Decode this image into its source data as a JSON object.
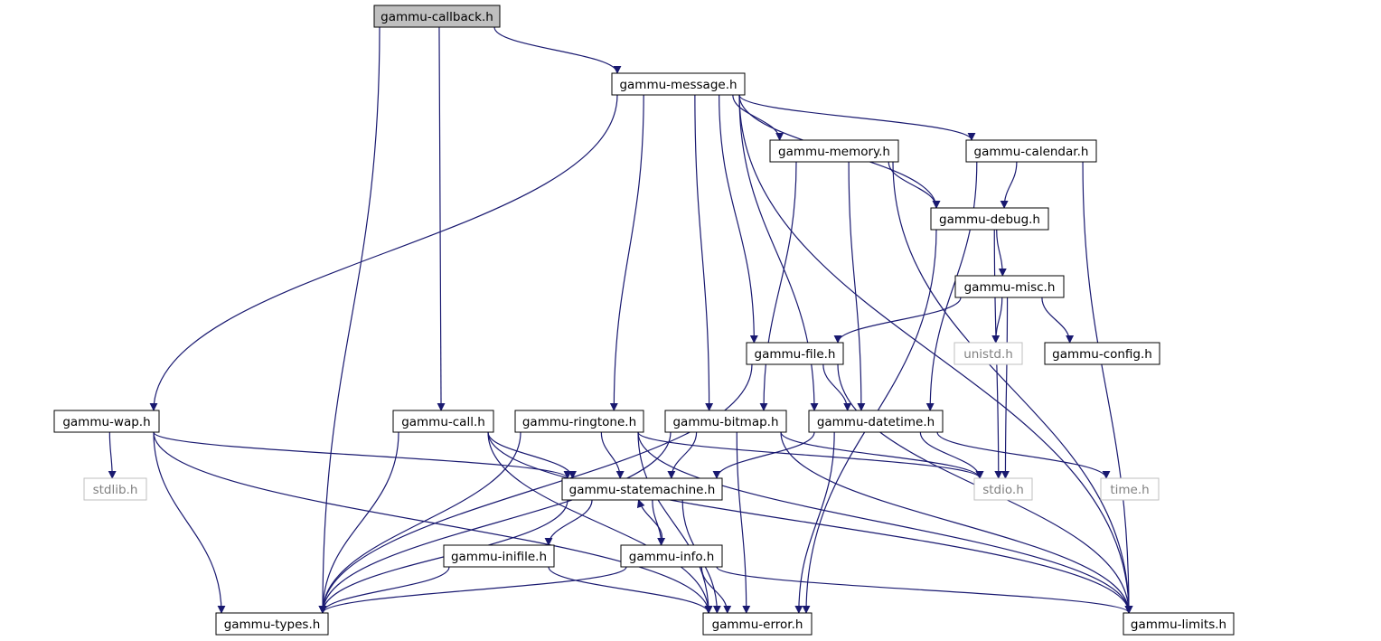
{
  "colors": {
    "edge": "#191970",
    "node_border": "#000000",
    "external_border": "#bfbfbf",
    "external_text": "#808080",
    "highlight_fill": "#bfbfbf",
    "background": "#ffffff"
  },
  "nodes": {
    "gammu_callback_h": {
      "label": "gammu-callback.h",
      "kind": "highlight"
    },
    "gammu_message_h": {
      "label": "gammu-message.h",
      "kind": "normal"
    },
    "gammu_memory_h": {
      "label": "gammu-memory.h",
      "kind": "normal"
    },
    "gammu_calendar_h": {
      "label": "gammu-calendar.h",
      "kind": "normal"
    },
    "gammu_debug_h": {
      "label": "gammu-debug.h",
      "kind": "normal"
    },
    "gammu_misc_h": {
      "label": "gammu-misc.h",
      "kind": "normal"
    },
    "unistd_h": {
      "label": "unistd.h",
      "kind": "external"
    },
    "gammu_config_h": {
      "label": "gammu-config.h",
      "kind": "normal"
    },
    "gammu_file_h": {
      "label": "gammu-file.h",
      "kind": "normal"
    },
    "gammu_wap_h": {
      "label": "gammu-wap.h",
      "kind": "normal"
    },
    "gammu_call_h": {
      "label": "gammu-call.h",
      "kind": "normal"
    },
    "gammu_ringtone_h": {
      "label": "gammu-ringtone.h",
      "kind": "normal"
    },
    "gammu_bitmap_h": {
      "label": "gammu-bitmap.h",
      "kind": "normal"
    },
    "gammu_datetime_h": {
      "label": "gammu-datetime.h",
      "kind": "normal"
    },
    "stdlib_h": {
      "label": "stdlib.h",
      "kind": "external"
    },
    "gammu_statemachine_h": {
      "label": "gammu-statemachine.h",
      "kind": "normal"
    },
    "stdio_h": {
      "label": "stdio.h",
      "kind": "external"
    },
    "time_h": {
      "label": "time.h",
      "kind": "external"
    },
    "gammu_inifile_h": {
      "label": "gammu-inifile.h",
      "kind": "normal"
    },
    "gammu_info_h": {
      "label": "gammu-info.h",
      "kind": "normal"
    },
    "gammu_types_h": {
      "label": "gammu-types.h",
      "kind": "normal"
    },
    "gammu_error_h": {
      "label": "gammu-error.h",
      "kind": "normal"
    },
    "gammu_limits_h": {
      "label": "gammu-limits.h",
      "kind": "normal"
    }
  },
  "edges": [
    [
      "gammu_callback_h",
      "gammu_message_h"
    ],
    [
      "gammu_callback_h",
      "gammu_call_h"
    ],
    [
      "gammu_callback_h",
      "gammu_types_h"
    ],
    [
      "gammu_message_h",
      "gammu_memory_h"
    ],
    [
      "gammu_message_h",
      "gammu_calendar_h"
    ],
    [
      "gammu_message_h",
      "gammu_debug_h"
    ],
    [
      "gammu_message_h",
      "gammu_file_h"
    ],
    [
      "gammu_message_h",
      "gammu_wap_h"
    ],
    [
      "gammu_message_h",
      "gammu_ringtone_h"
    ],
    [
      "gammu_message_h",
      "gammu_bitmap_h"
    ],
    [
      "gammu_message_h",
      "gammu_datetime_h"
    ],
    [
      "gammu_message_h",
      "gammu_limits_h"
    ],
    [
      "gammu_memory_h",
      "gammu_debug_h"
    ],
    [
      "gammu_memory_h",
      "gammu_bitmap_h"
    ],
    [
      "gammu_memory_h",
      "gammu_datetime_h"
    ],
    [
      "gammu_memory_h",
      "gammu_limits_h"
    ],
    [
      "gammu_calendar_h",
      "gammu_debug_h"
    ],
    [
      "gammu_calendar_h",
      "gammu_datetime_h"
    ],
    [
      "gammu_calendar_h",
      "gammu_limits_h"
    ],
    [
      "gammu_debug_h",
      "gammu_misc_h"
    ],
    [
      "gammu_debug_h",
      "stdio_h"
    ],
    [
      "gammu_debug_h",
      "gammu_error_h"
    ],
    [
      "gammu_misc_h",
      "unistd_h"
    ],
    [
      "gammu_misc_h",
      "gammu_config_h"
    ],
    [
      "gammu_misc_h",
      "gammu_file_h"
    ],
    [
      "gammu_misc_h",
      "stdio_h"
    ],
    [
      "gammu_file_h",
      "gammu_datetime_h"
    ],
    [
      "gammu_file_h",
      "gammu_types_h"
    ],
    [
      "gammu_file_h",
      "gammu_limits_h"
    ],
    [
      "gammu_wap_h",
      "stdlib_h"
    ],
    [
      "gammu_wap_h",
      "gammu_statemachine_h"
    ],
    [
      "gammu_wap_h",
      "gammu_types_h"
    ],
    [
      "gammu_wap_h",
      "gammu_error_h"
    ],
    [
      "gammu_call_h",
      "gammu_statemachine_h"
    ],
    [
      "gammu_call_h",
      "gammu_types_h"
    ],
    [
      "gammu_call_h",
      "gammu_error_h"
    ],
    [
      "gammu_call_h",
      "gammu_limits_h"
    ],
    [
      "gammu_ringtone_h",
      "gammu_statemachine_h"
    ],
    [
      "gammu_ringtone_h",
      "stdio_h"
    ],
    [
      "gammu_ringtone_h",
      "gammu_types_h"
    ],
    [
      "gammu_ringtone_h",
      "gammu_error_h"
    ],
    [
      "gammu_ringtone_h",
      "gammu_limits_h"
    ],
    [
      "gammu_bitmap_h",
      "gammu_statemachine_h"
    ],
    [
      "gammu_bitmap_h",
      "stdio_h"
    ],
    [
      "gammu_bitmap_h",
      "gammu_types_h"
    ],
    [
      "gammu_bitmap_h",
      "gammu_error_h"
    ],
    [
      "gammu_bitmap_h",
      "gammu_limits_h"
    ],
    [
      "gammu_datetime_h",
      "gammu_statemachine_h"
    ],
    [
      "gammu_datetime_h",
      "stdio_h"
    ],
    [
      "gammu_datetime_h",
      "time_h"
    ],
    [
      "gammu_datetime_h",
      "gammu_error_h"
    ],
    [
      "gammu_statemachine_h",
      "gammu_inifile_h"
    ],
    [
      "gammu_statemachine_h",
      "gammu_info_h"
    ],
    [
      "gammu_statemachine_h",
      "gammu_types_h"
    ],
    [
      "gammu_statemachine_h",
      "gammu_error_h"
    ],
    [
      "gammu_info_h",
      "gammu_statemachine_h"
    ],
    [
      "gammu_info_h",
      "gammu_types_h"
    ],
    [
      "gammu_info_h",
      "gammu_error_h"
    ],
    [
      "gammu_info_h",
      "gammu_limits_h"
    ],
    [
      "gammu_inifile_h",
      "gammu_types_h"
    ],
    [
      "gammu_inifile_h",
      "gammu_error_h"
    ]
  ]
}
